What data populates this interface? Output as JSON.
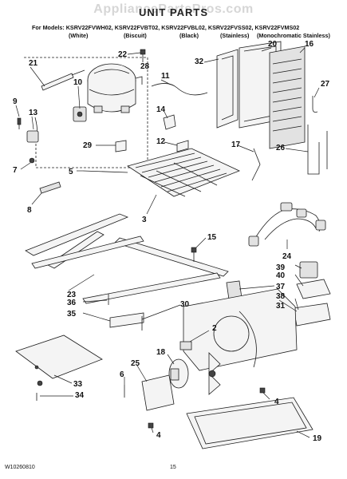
{
  "watermark": "AppliancePartsPros.com",
  "title": "UNIT PARTS",
  "models_line": "For Models: KSRV22FVWH02, KSRV22FVBT02, KSRV22FVBL02, KSRV22FVSS02, KSRV22FVMS02",
  "colors": [
    "(White)",
    "(Biscuit)",
    "(Black)",
    "(Stainless)",
    "(Monochromatic Stainless)"
  ],
  "callouts": [
    "22",
    "28",
    "21",
    "10",
    "11",
    "32",
    "20",
    "16",
    "27",
    "9",
    "13",
    "14",
    "17",
    "26",
    "12",
    "29",
    "7",
    "5",
    "3",
    "8",
    "15",
    "24",
    "39",
    "23",
    "37",
    "40",
    "36",
    "30",
    "38",
    "35",
    "31",
    "2",
    "18",
    "25",
    "6",
    "33",
    "34",
    "4",
    "4",
    "19"
  ],
  "footer": {
    "doc_number": "W10260810",
    "page_number": "15"
  }
}
